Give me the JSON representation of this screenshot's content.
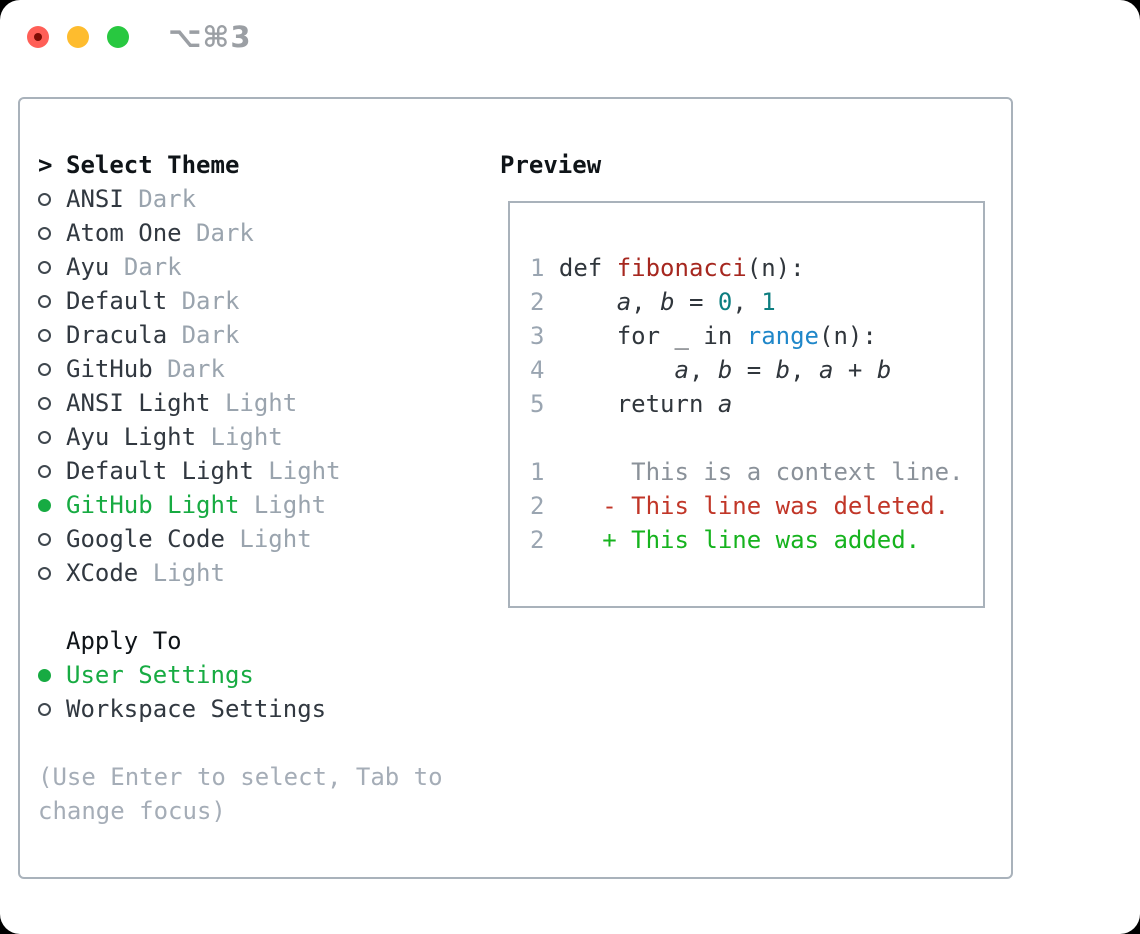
{
  "titlebar": {
    "shortcut_label": "⌥⌘3"
  },
  "left": {
    "header_prefix": ">",
    "header_label": "Select Theme",
    "themes": [
      {
        "name": "ANSI",
        "variant": "Dark",
        "selected": false
      },
      {
        "name": "Atom One",
        "variant": "Dark",
        "selected": false
      },
      {
        "name": "Ayu",
        "variant": "Dark",
        "selected": false
      },
      {
        "name": "Default",
        "variant": "Dark",
        "selected": false
      },
      {
        "name": "Dracula",
        "variant": "Dark",
        "selected": false
      },
      {
        "name": "GitHub",
        "variant": "Dark",
        "selected": false
      },
      {
        "name": "ANSI Light",
        "variant": "Light",
        "selected": false
      },
      {
        "name": "Ayu Light",
        "variant": "Light",
        "selected": false
      },
      {
        "name": "Default Light",
        "variant": "Light",
        "selected": false
      },
      {
        "name": "GitHub Light",
        "variant": "Light",
        "selected": true
      },
      {
        "name": "Google Code",
        "variant": "Light",
        "selected": false
      },
      {
        "name": "XCode",
        "variant": "Light",
        "selected": false
      }
    ],
    "apply_header": "Apply To",
    "apply_options": [
      {
        "label": "User Settings",
        "selected": true
      },
      {
        "label": "Workspace Settings",
        "selected": false
      }
    ],
    "hint_lines": [
      "(Use Enter to select, Tab to",
      "change focus)"
    ]
  },
  "preview": {
    "label": "Preview",
    "lines": [
      {
        "tokens": [
          [
            "ln",
            "1"
          ],
          [
            "plain",
            " def "
          ],
          [
            "fn",
            "fibonacci"
          ],
          [
            "plain",
            "(n):"
          ]
        ]
      },
      {
        "tokens": [
          [
            "ln",
            "2"
          ],
          [
            "plain",
            "     "
          ],
          [
            "var",
            "a"
          ],
          [
            "plain",
            ", "
          ],
          [
            "var",
            "b"
          ],
          [
            "plain",
            " = "
          ],
          [
            "num",
            "0"
          ],
          [
            "plain",
            ", "
          ],
          [
            "num",
            "1"
          ]
        ]
      },
      {
        "tokens": [
          [
            "ln",
            "3"
          ],
          [
            "plain",
            "     for _ in "
          ],
          [
            "builtin",
            "range"
          ],
          [
            "plain",
            "(n):"
          ]
        ]
      },
      {
        "tokens": [
          [
            "ln",
            "4"
          ],
          [
            "plain",
            "         "
          ],
          [
            "var",
            "a"
          ],
          [
            "plain",
            ", "
          ],
          [
            "var",
            "b"
          ],
          [
            "plain",
            " = "
          ],
          [
            "var",
            "b"
          ],
          [
            "plain",
            ", "
          ],
          [
            "var",
            "a"
          ],
          [
            "plain",
            " + "
          ],
          [
            "var",
            "b"
          ]
        ]
      },
      {
        "tokens": [
          [
            "ln",
            "5"
          ],
          [
            "plain",
            "     return "
          ],
          [
            "var",
            "a"
          ]
        ]
      },
      {
        "tokens": []
      },
      {
        "tokens": [
          [
            "ln",
            "1"
          ],
          [
            "ctx",
            "      This is a context line."
          ]
        ]
      },
      {
        "tokens": [
          [
            "ln",
            "2"
          ],
          [
            "del",
            "    - This line was deleted."
          ]
        ]
      },
      {
        "tokens": [
          [
            "ln",
            "2"
          ],
          [
            "add",
            "    + This line was added."
          ]
        ]
      }
    ]
  },
  "colors": {
    "outside": "#000000",
    "window-bg": "#ffffff",
    "border": "#a9b2bb",
    "header": "#0f1418",
    "name": "#313840",
    "tag": "#9aa4ae",
    "green": "#17ab42",
    "hint": "#a5adb7",
    "ring": "#40484f",
    "ln": "#9aa5b1",
    "code": "#30363c",
    "fn": "#a6271f",
    "num": "#0d7e80",
    "builtin": "#1f87c9",
    "ctx": "#8a9199",
    "del": "#c13628",
    "add": "#16b31e",
    "title": "#9b9fa4",
    "tl-red": "#ff5f57",
    "tl-red-dot": "#7d0d05",
    "tl-yellow": "#febc2e",
    "tl-green": "#28c840"
  }
}
